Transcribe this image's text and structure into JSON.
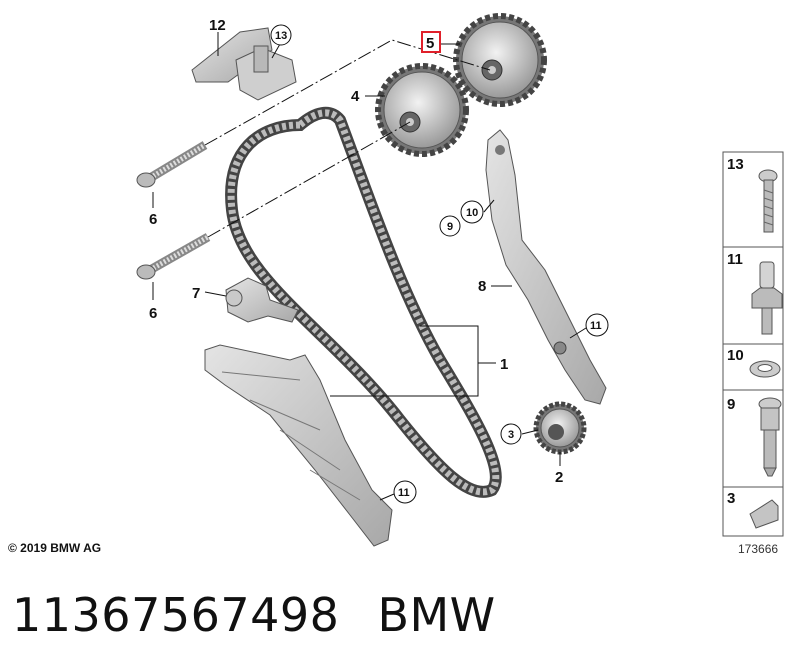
{
  "callouts": {
    "c1": "1",
    "c2": "2",
    "c3": "3",
    "c4": "4",
    "c5": "5",
    "c6a": "6",
    "c6b": "6",
    "c7": "7",
    "c8": "8",
    "c9": "9",
    "c10": "10",
    "c11a": "11",
    "c11b": "11",
    "c12": "12",
    "c13": "13"
  },
  "legend": [
    {
      "number": "13",
      "icon": "torx-bolt-icon"
    },
    {
      "number": "11",
      "icon": "stud-bolt-icon"
    },
    {
      "number": "10",
      "icon": "washer-icon"
    },
    {
      "number": "9",
      "icon": "pin-bolt-icon"
    },
    {
      "number": "3",
      "icon": "woodruff-key-icon"
    }
  ],
  "highlight_color": "#e0202a",
  "copyright": "© 2019 BMW AG",
  "diagram_number": "173666",
  "part_number": "11367567498",
  "brand": "BMW"
}
